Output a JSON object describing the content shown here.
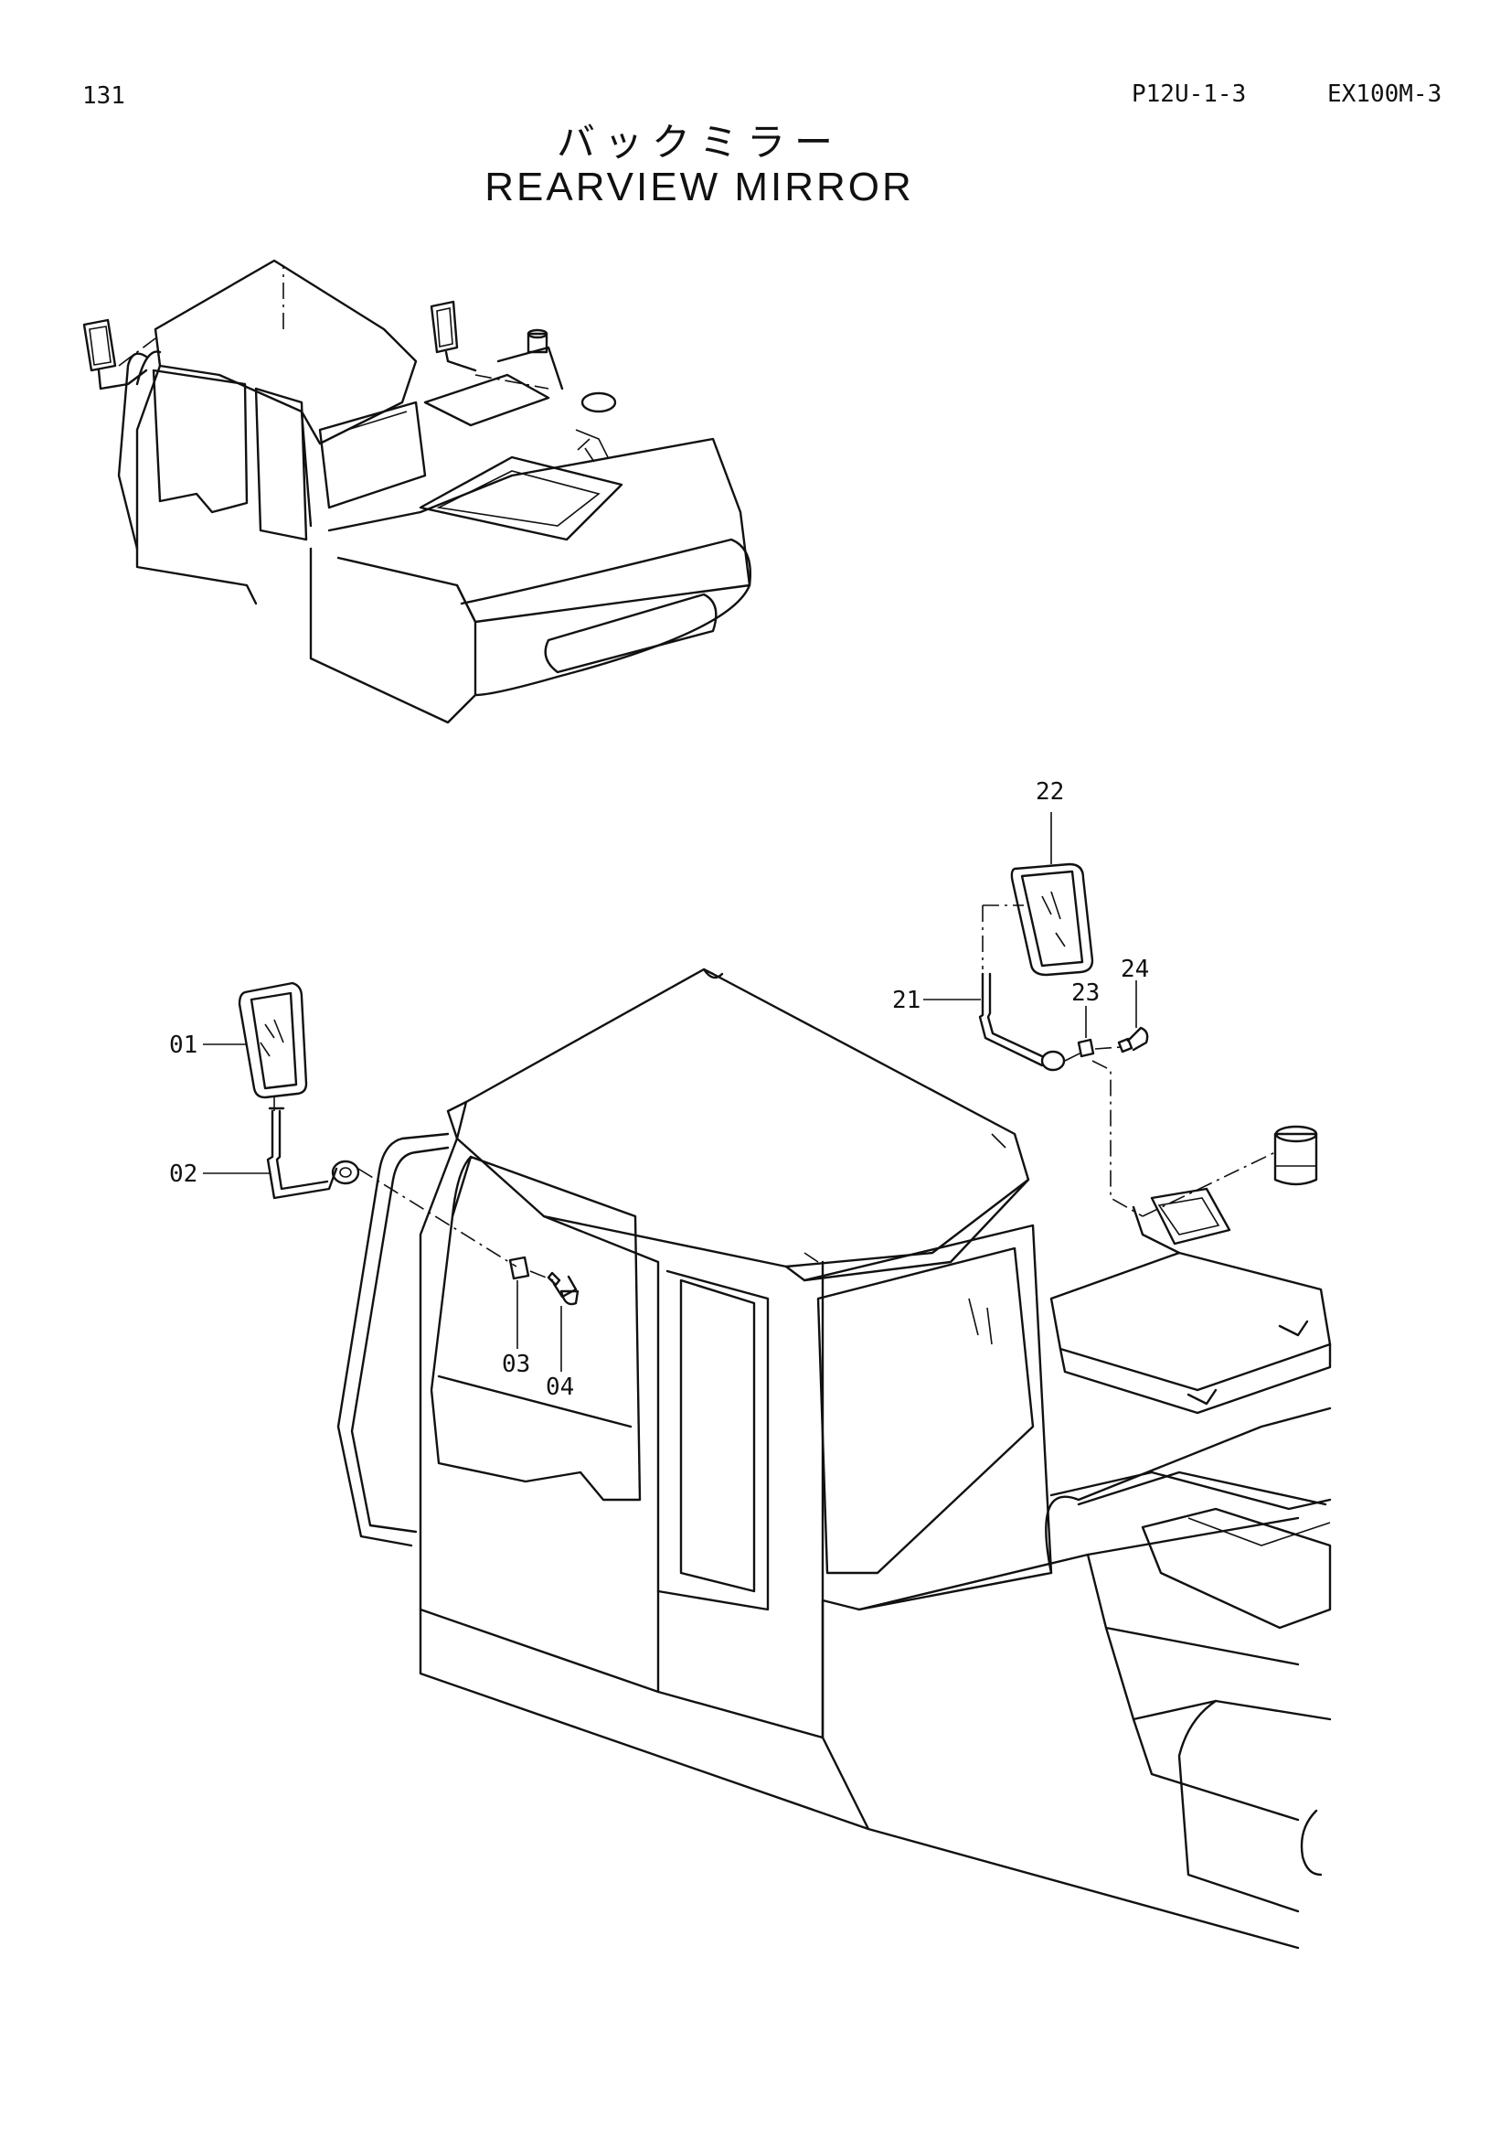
{
  "header": {
    "page_number": "131",
    "reference_code": "P12U-1-3",
    "model": "EX100M-3"
  },
  "title": {
    "japanese": "バックミラー",
    "english": "REARVIEW MIRROR"
  },
  "callouts": {
    "p01": "01",
    "p02": "02",
    "p03": "03",
    "p04": "04",
    "p21": "21",
    "p22": "22",
    "p23": "23",
    "p24": "24"
  }
}
